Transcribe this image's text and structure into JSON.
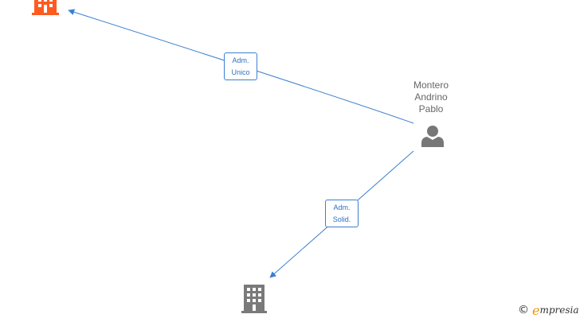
{
  "diagram": {
    "nodes": [
      {
        "id": "company-top",
        "type": "company",
        "color": "#ff5a1f"
      },
      {
        "id": "person",
        "type": "person",
        "name_lines": [
          "Montero",
          "Andrino",
          "Pablo"
        ],
        "color": "#777777"
      },
      {
        "id": "company-bottom",
        "type": "company",
        "color": "#7a7a7a"
      }
    ],
    "edges": [
      {
        "from": "person",
        "to": "company-top",
        "label_lines": [
          "Adm.",
          "Unico"
        ],
        "color": "#3a7fd0"
      },
      {
        "from": "person",
        "to": "company-bottom",
        "label_lines": [
          "Adm.",
          "Solid."
        ],
        "color": "#3a7fd0"
      }
    ]
  },
  "brand": {
    "copyright": "©",
    "initial": "e",
    "rest": "mpresia"
  }
}
